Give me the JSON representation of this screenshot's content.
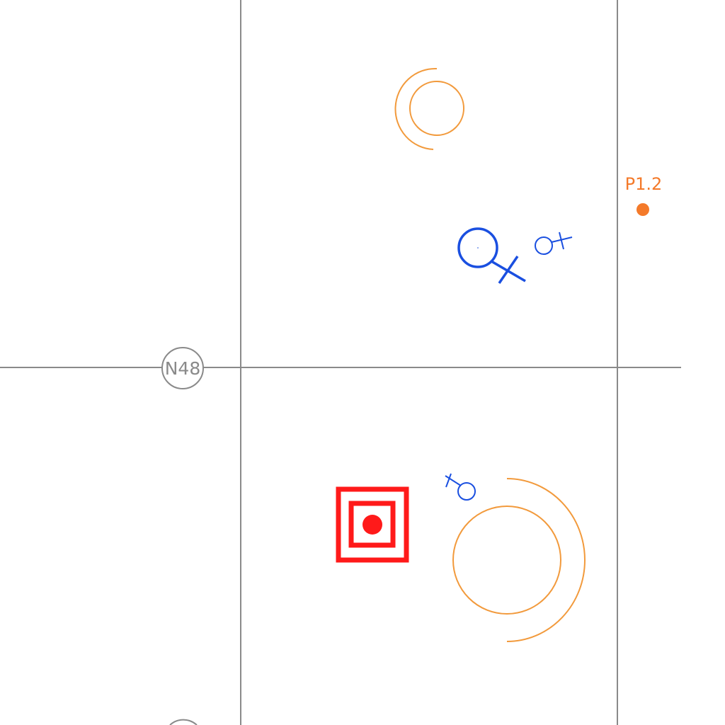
{
  "drawing": {
    "grid_bubble_label": "N48",
    "point_label": "P1.2"
  },
  "colors": {
    "grid": "#8a8a8a",
    "background": "#ffffff",
    "orange_symbol": "#f29a3c",
    "point_marker": "#f47a2a",
    "blue_symbol": "#1a4fe0",
    "red_symbol": "#ff1a1a"
  },
  "symbols": [
    "grid-axis-bubble",
    "orange-double-arc-symbol",
    "point-marker",
    "blue-circle-cross-symbol",
    "red-nested-square-target-symbol"
  ]
}
